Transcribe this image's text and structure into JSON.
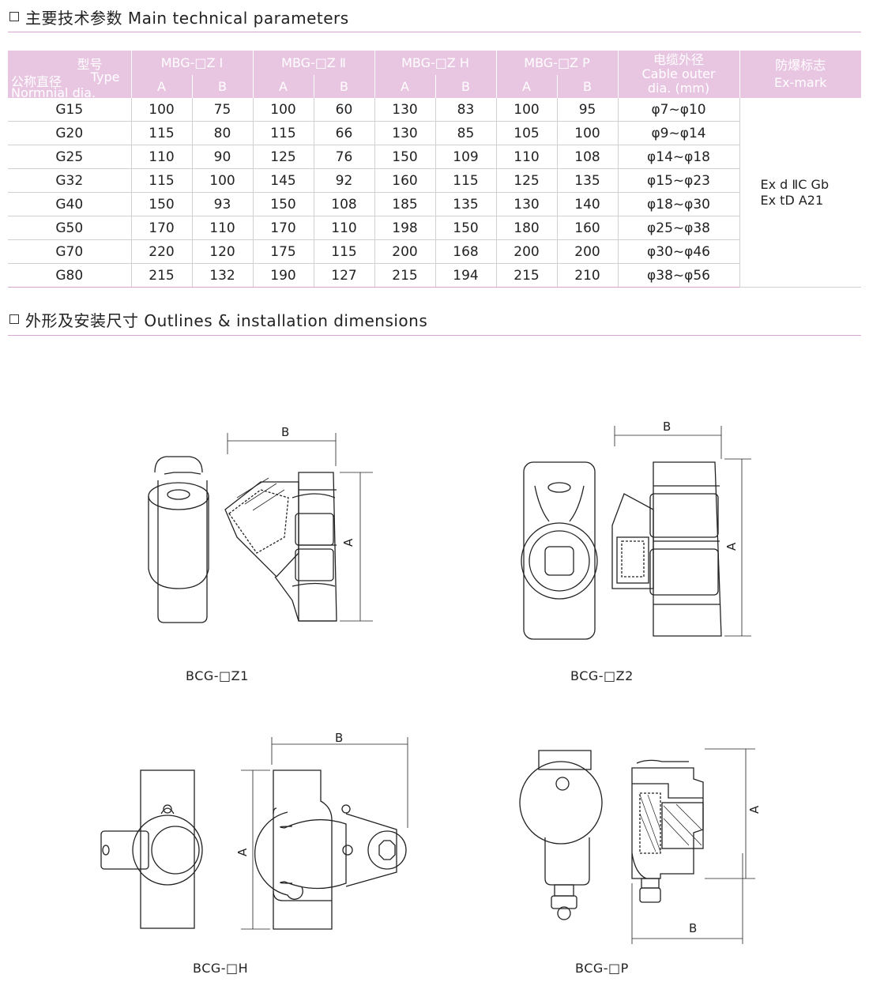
{
  "sections": {
    "params_title": "主要技术参数 Main technical parameters",
    "outline_title": "外形及安装尺寸 Outlines & installation dimensions"
  },
  "table": {
    "corner": {
      "type_cn": "型号",
      "type_en": "Type",
      "dia_cn": "公称直径",
      "dia_en": "Normnial dia."
    },
    "groups": [
      "MBG-□Z Ⅰ",
      "MBG-□Z Ⅱ",
      "MBG-□Z H",
      "MBG-□Z P"
    ],
    "sub": [
      "A",
      "B"
    ],
    "cable_header": [
      "电缆外径",
      "Cable outer",
      "dia. (mm)"
    ],
    "exmark_header": [
      "防爆标志",
      "Ex-mark"
    ],
    "rows": [
      {
        "dia": "G15",
        "v": [
          "100",
          "75",
          "100",
          "60",
          "130",
          "83",
          "100",
          "95"
        ],
        "cable": "φ7~φ10"
      },
      {
        "dia": "G20",
        "v": [
          "115",
          "80",
          "115",
          "66",
          "130",
          "85",
          "105",
          "100"
        ],
        "cable": "φ9~φ14"
      },
      {
        "dia": "G25",
        "v": [
          "110",
          "90",
          "125",
          "76",
          "150",
          "109",
          "110",
          "108"
        ],
        "cable": "φ14~φ18"
      },
      {
        "dia": "G32",
        "v": [
          "115",
          "100",
          "145",
          "92",
          "160",
          "115",
          "125",
          "135"
        ],
        "cable": "φ15~φ23"
      },
      {
        "dia": "G40",
        "v": [
          "150",
          "93",
          "150",
          "108",
          "185",
          "135",
          "130",
          "140"
        ],
        "cable": "φ18~φ30"
      },
      {
        "dia": "G50",
        "v": [
          "170",
          "110",
          "170",
          "110",
          "198",
          "150",
          "180",
          "160"
        ],
        "cable": "φ25~φ38"
      },
      {
        "dia": "G70",
        "v": [
          "220",
          "120",
          "175",
          "115",
          "200",
          "168",
          "200",
          "200"
        ],
        "cable": "φ30~φ46"
      },
      {
        "dia": "G80",
        "v": [
          "215",
          "132",
          "190",
          "127",
          "215",
          "194",
          "215",
          "210"
        ],
        "cable": "φ38~φ56"
      }
    ],
    "exmark": [
      "Ex d ⅡC Gb",
      "Ex tD A21"
    ]
  },
  "figures": {
    "dim_a": "A",
    "dim_b": "B",
    "captions": [
      "BCG-□Z1",
      "BCG-□Z2",
      "BCG-□H",
      "BCG-□P"
    ]
  }
}
